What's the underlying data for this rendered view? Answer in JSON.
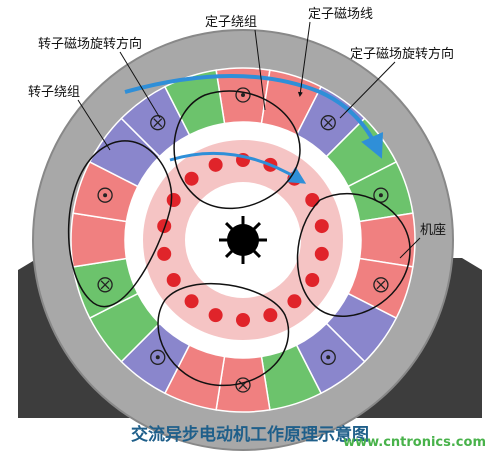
{
  "labels": {
    "rotor_field_dir": "转子磁场旋转方向",
    "stator_winding": "定子绕组",
    "stator_field_line": "定子磁场线",
    "stator_field_dir": "定子磁场旋转方向",
    "rotor_winding": "转子绕组",
    "frame": "机座"
  },
  "caption": "交流异步电动机工作原理示意图",
  "watermark": "www.cntronics.com",
  "colors": {
    "frame": "#3d3d3d",
    "housing": "#a8a8a8",
    "slot_red": "#f08080",
    "slot_green": "#6cc36c",
    "slot_blue": "#8a86cc",
    "rotor_pink": "#f5c4c4",
    "rotor_dot": "#e0242a",
    "arrow_blue": "#2f8fd8",
    "shaft": "#000000"
  },
  "stator_slot_symbols": [
    "dot",
    "cross"
  ],
  "slot_sequence": [
    "red",
    "red",
    "blue",
    "green",
    "green",
    "red",
    "red",
    "blue",
    "blue",
    "green",
    "red",
    "red",
    "blue",
    "green",
    "green",
    "red",
    "red",
    "blue",
    "blue",
    "green"
  ]
}
